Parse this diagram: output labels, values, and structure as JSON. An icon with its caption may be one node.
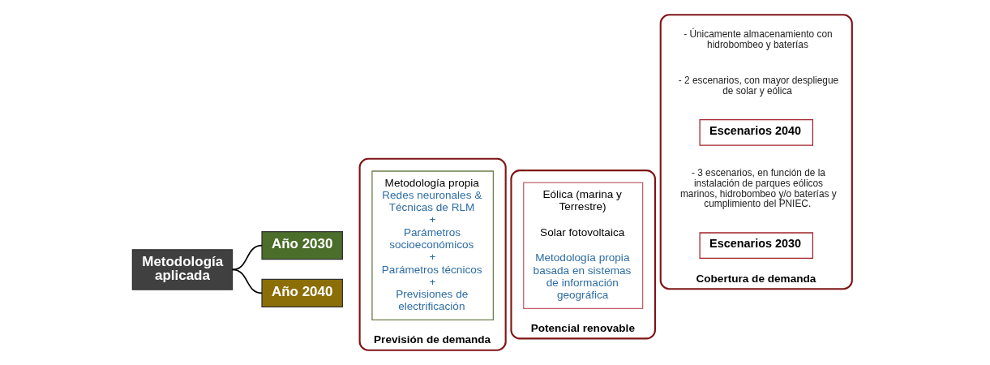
{
  "diagram": {
    "nodes": [
      {
        "text": [
          "Metodología aplicada"
        ]
      },
      {
        "text": [
          "Año 2030"
        ]
      },
      {
        "text": [
          "Año 2040"
        ]
      },
      {
        "text": [
          "Previsión de demanda"
        ]
      },
      {
        "text": [
          "Metodología propia",
          "Redes neuronales & Técnicas de RLM",
          "+",
          "Parámetros socioeconómicos",
          "+",
          "Parámetros técnicos",
          "+",
          "Previsiones de electrificación"
        ],
        "in": 3
      },
      {
        "text": [
          "Potencial renovable"
        ]
      },
      {
        "text": [
          "Eólica (marina y Terrestre)",
          "Solar fotovoltaica",
          "Metodología propia basada en sistemas de información geográfica"
        ],
        "in": 5
      },
      {
        "text": [
          "Cobertura de demanda"
        ]
      },
      {
        "text": [
          "Escenarios 2030"
        ],
        "in": 7
      },
      {
        "text": [
          "Escenarios 2040"
        ],
        "in": 7
      }
    ],
    "edges": [
      {
        "from": 0,
        "to": 1,
        "arrow": "none"
      },
      {
        "from": 0,
        "to": 2,
        "arrow": "none"
      }
    ],
    "labels": [
      "- 3 escenarios, en función de la instalación de parques eólicos marinos, hidrobombeo y/o baterías y cumplimiento del PNIEC.",
      "- 2 escenarios, con mayor despliegue de solar y eólica",
      "- Únicamente almacenamiento con hidrobombeo y baterías"
    ]
  }
}
